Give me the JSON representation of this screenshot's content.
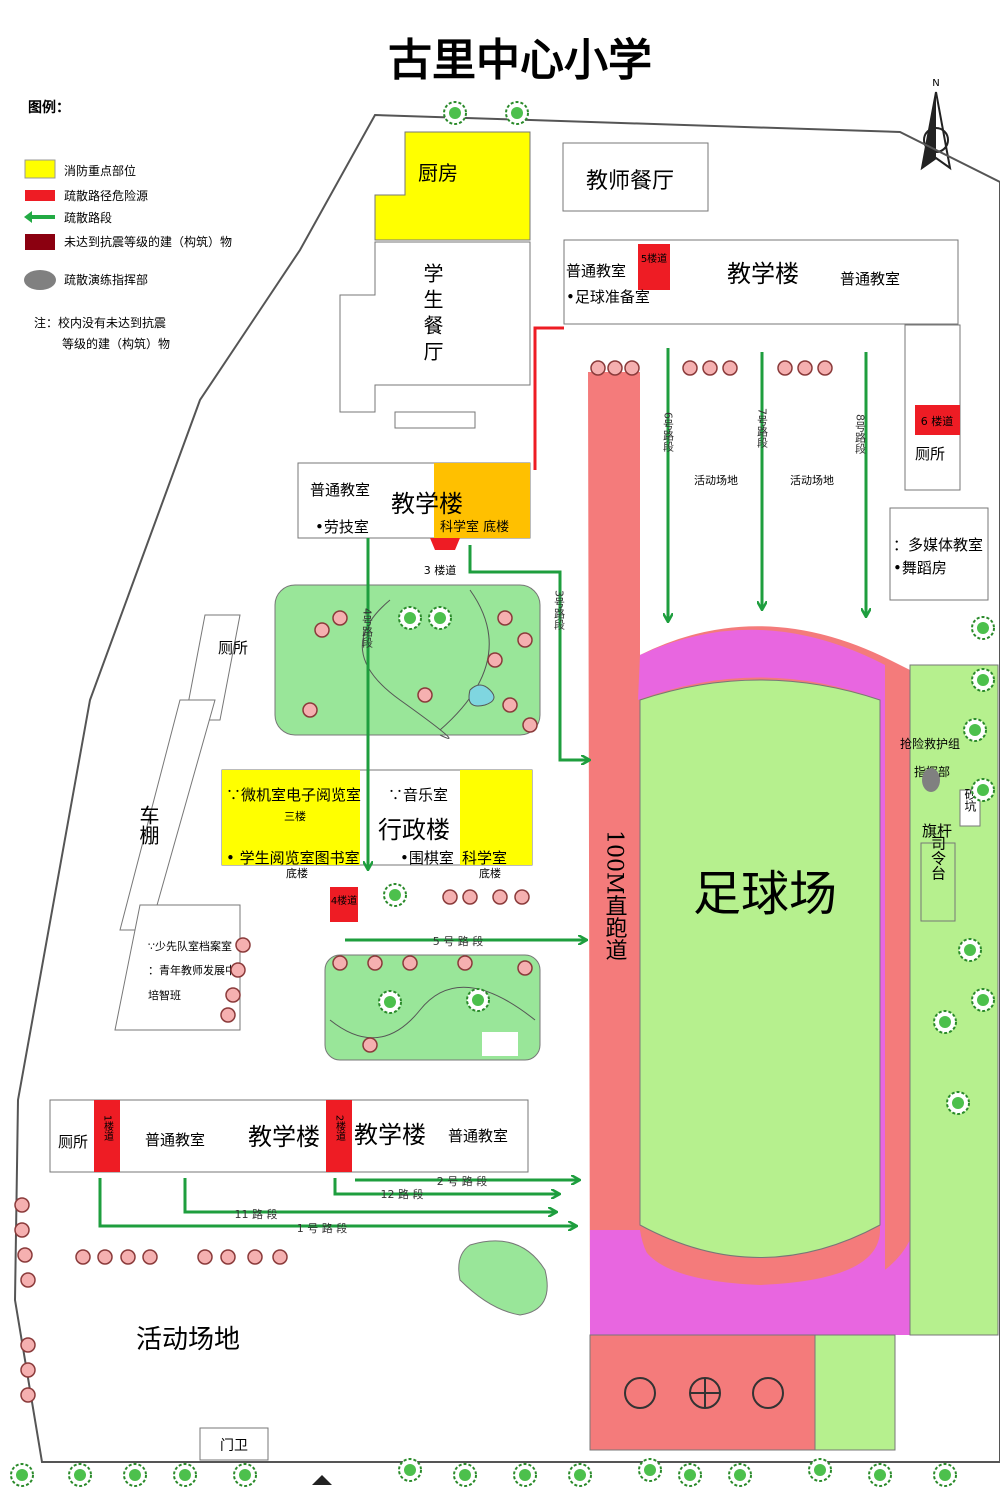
{
  "title": "古里中心小学",
  "legend": {
    "heading": "图例：",
    "items": [
      {
        "label": "消防重点部位",
        "color": "#ffff00"
      },
      {
        "label": "疏散路径危险源",
        "color": "#ee1c24"
      },
      {
        "label": "疏散路段",
        "color": "#22aa44"
      },
      {
        "label": "未达到抗震等级的建（构筑）物",
        "color": "#8b0010"
      },
      {
        "label": "疏散演练指挥部",
        "color": "#808080"
      }
    ],
    "note_line1": "注：校内没有未达到抗震",
    "note_line2": "等级的建（构筑）物"
  },
  "buildings": {
    "kitchen": "厨房",
    "teacher_canteen": "教师餐厅",
    "student_canteen": "学生餐厅",
    "north_building": {
      "left": "普通教室",
      "name": "教学楼",
      "right": "普通教室",
      "sub": "•足球准备室",
      "stair": "5楼道"
    },
    "mid_building": {
      "left": "普通教室",
      "name": "教学楼",
      "sub": "•劳技室",
      "lab": "科学室 底楼",
      "stair": "3 楼道"
    },
    "admin_building": {
      "yellow_left": "∵微机室电子阅览室",
      "floor3": "三楼",
      "music": "∵音乐室",
      "name": "行政楼",
      "reading": "• 学生阅览室图书室",
      "ground1": "底楼",
      "chess": "•围棋室",
      "science": "科学室",
      "ground2": "底楼",
      "stair": "4楼道"
    },
    "south_building": {
      "toilet": "厕所",
      "stair1": "1楼道",
      "classroom1": "普通教室",
      "name1": "教学楼",
      "stair2": "2楼道",
      "name2": "教学楼",
      "classroom2": "普通教室"
    },
    "east_block": {
      "stair": "6 楼道",
      "toilet": "厕所",
      "media": "：多媒体教室",
      "dance": "•舞蹈房"
    },
    "west_toilet": "厕所",
    "bike_shed": "车棚",
    "small_rooms": [
      "∵少先队室档案室",
      "：青年教师发展中",
      "培智班"
    ],
    "gate": "门卫"
  },
  "field": {
    "football": "足球场",
    "track": "100M直跑道",
    "activity1": "活动场地",
    "activity2": "活动场地",
    "activity_big": "活动场地",
    "command": "抢险救护组",
    "command2": "指挥部",
    "sandpit": "砂坑",
    "flag": "旗杆",
    "podium": "司令台"
  },
  "routes": {
    "r1": "1 号 路 段",
    "r2": "2 号 路 段",
    "r3": "3号路段",
    "r4": "4号路段",
    "r5": "5 号 路 段",
    "r6": "6号路段",
    "r7": "7号路段",
    "r8": "8号路段",
    "r11": "11 路 段",
    "r12": "12 路 段"
  },
  "compass": "N"
}
